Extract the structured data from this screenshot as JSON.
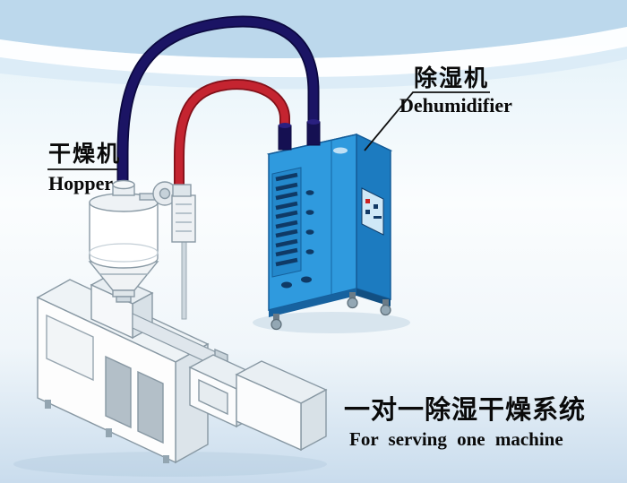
{
  "labels": {
    "dehumidifier": {
      "cn": "除湿机",
      "en": "Dehumidifier"
    },
    "hopper": {
      "cn": "干燥机",
      "en": "Hopper"
    }
  },
  "caption": {
    "cn": "一对一除湿干燥系统",
    "en": "For serving one machine"
  },
  "colors": {
    "pipe_red": "#c42430",
    "pipe_red_edge": "#821019",
    "pipe_navy": "#1b1464",
    "pipe_navy_edge": "#0c0940",
    "cabinet_front": "#2f9ade",
    "cabinet_side": "#1c7bc0",
    "cabinet_top": "#58b0e6",
    "vent_dark": "#0f3a66",
    "machine_white": "#fdfdfd",
    "banner_blue": "#bcd8ec"
  }
}
